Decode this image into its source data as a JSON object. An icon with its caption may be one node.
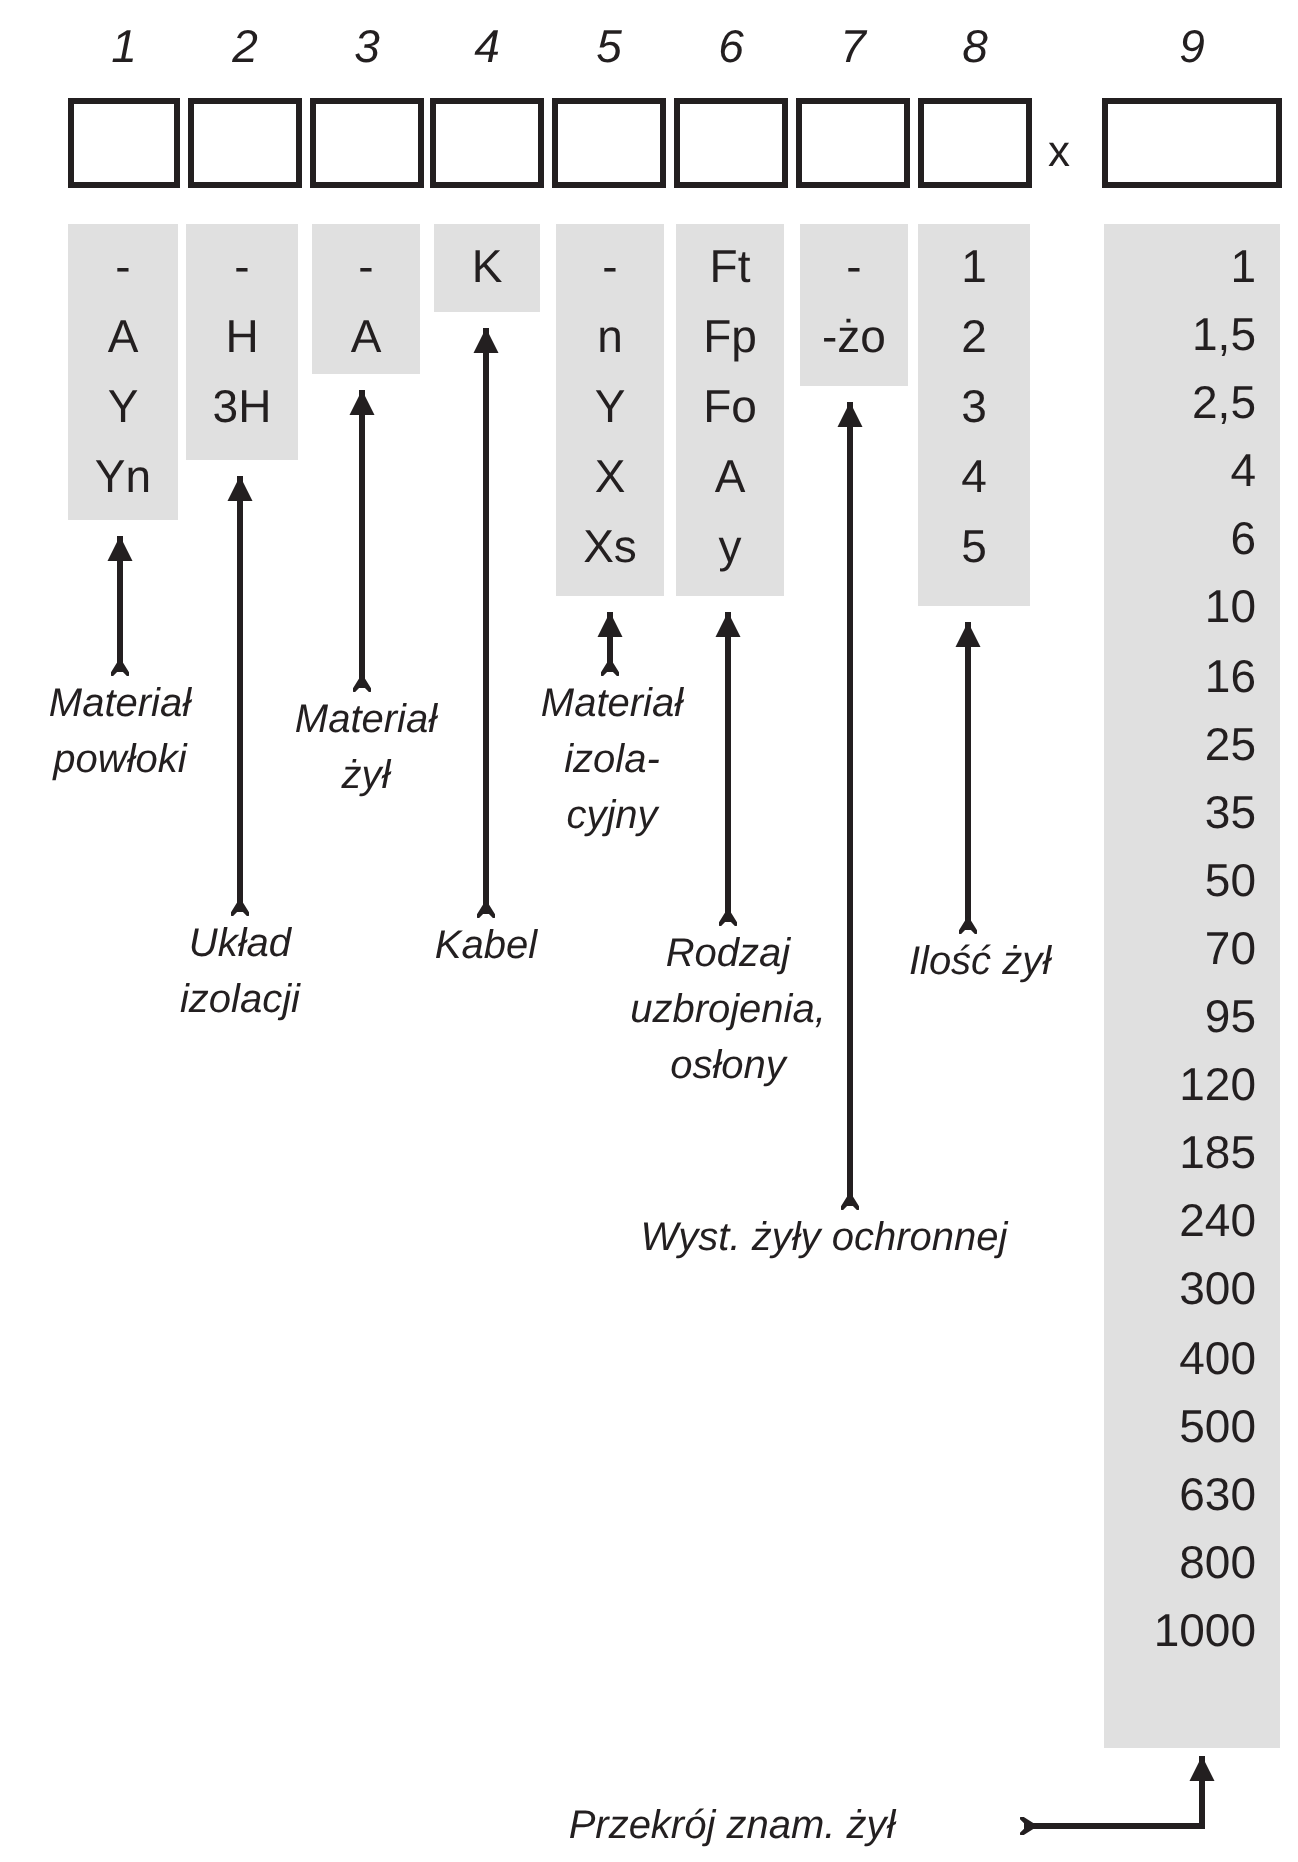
{
  "diagram": {
    "nodes": [
      {
        "text": [
          "1"
        ]
      },
      {
        "text": [
          "2"
        ]
      },
      {
        "text": [
          "3"
        ]
      },
      {
        "text": [
          "4"
        ]
      },
      {
        "text": [
          "5"
        ]
      },
      {
        "text": [
          "6"
        ]
      },
      {
        "text": [
          "7"
        ]
      },
      {
        "text": [
          "8"
        ]
      },
      {
        "text": [
          "9"
        ]
      },
      {
        "text": [
          "-",
          "A",
          "Y",
          "Yn"
        ]
      },
      {
        "text": [
          "-",
          "H",
          "3H"
        ]
      },
      {
        "text": [
          "-",
          "A"
        ]
      },
      {
        "text": [
          "K"
        ]
      },
      {
        "text": [
          "-",
          "n",
          "Y",
          "X",
          "Xs"
        ]
      },
      {
        "text": [
          "Ft",
          "Fp",
          "Fo",
          "A",
          "y"
        ]
      },
      {
        "text": [
          "-",
          "-żo"
        ]
      },
      {
        "text": [
          "1",
          "2",
          "3",
          "4",
          "5"
        ]
      },
      {
        "text": [
          "1",
          "1,5",
          "2,5",
          "4",
          "6",
          "10",
          "16",
          "25",
          "35",
          "50",
          "70",
          "95",
          "120",
          "185",
          "240",
          "300",
          "400",
          "500",
          "630",
          "800",
          "1000"
        ]
      },
      {
        "text": [
          "Materiał powłoki"
        ]
      },
      {
        "text": [
          "Układ izolacji"
        ]
      },
      {
        "text": [
          "Materiał żył"
        ]
      },
      {
        "text": [
          "Kabel"
        ]
      },
      {
        "text": [
          "Materiał izola- cyjny"
        ]
      },
      {
        "text": [
          "Rodzaj uzbrojenia, osłony"
        ]
      },
      {
        "text": [
          "Wyst. żyły ochronnej"
        ]
      },
      {
        "text": [
          "Ilość żył"
        ]
      },
      {
        "text": [
          "Przekrój znam. żył"
        ]
      }
    ],
    "edges": [
      {
        "from": 18,
        "to": 9,
        "arrow": "to"
      },
      {
        "from": 19,
        "to": 10,
        "arrow": "to"
      },
      {
        "from": 20,
        "to": 11,
        "arrow": "to"
      },
      {
        "from": 21,
        "to": 12,
        "arrow": "to"
      },
      {
        "from": 22,
        "to": 13,
        "arrow": "to"
      },
      {
        "from": 23,
        "to": 14,
        "arrow": "to"
      },
      {
        "from": 24,
        "to": 15,
        "arrow": "to"
      },
      {
        "from": 25,
        "to": 16,
        "arrow": "to"
      },
      {
        "from": 26,
        "to": 17,
        "arrow": "to"
      }
    ],
    "labels": [
      "x"
    ]
  }
}
